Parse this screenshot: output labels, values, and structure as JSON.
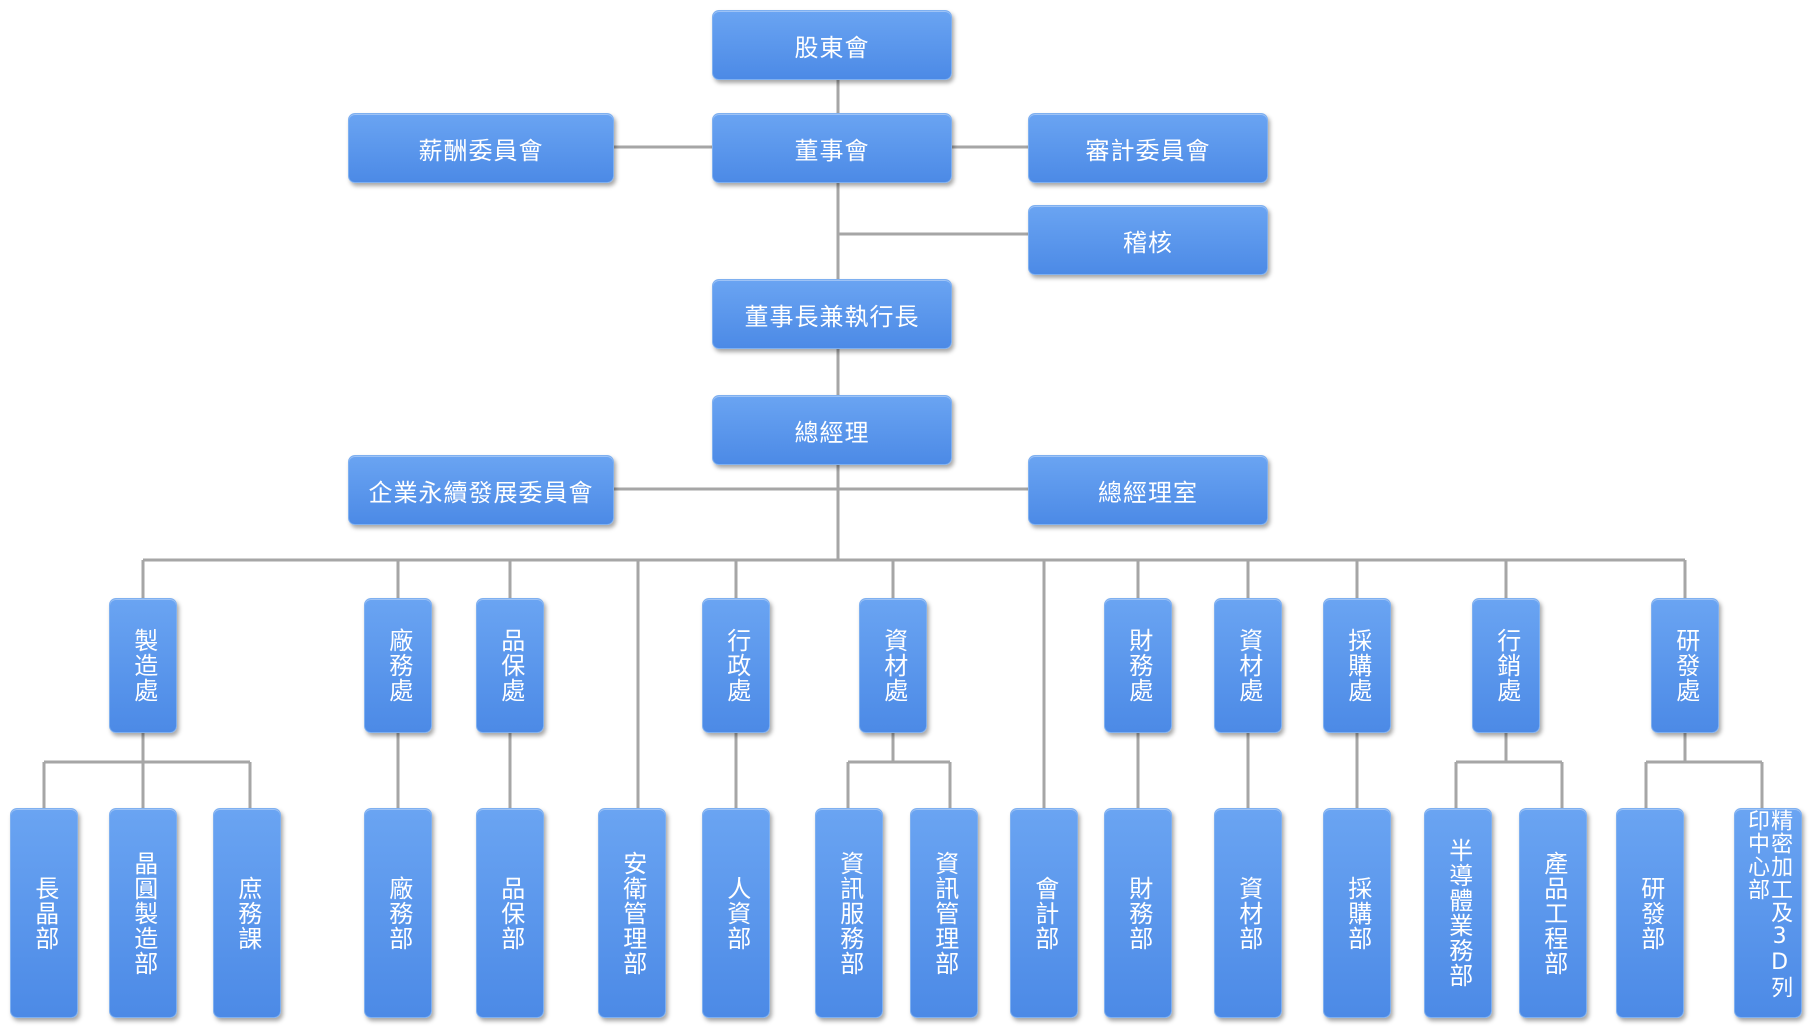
{
  "board": {
    "shareholders": "股東會",
    "directors": "董事會",
    "compensation_committee": "薪酬委員會",
    "audit_committee": "審計委員會",
    "internal_audit": "稽核",
    "chairman_ceo": "董事長兼執行長",
    "general_manager": "總經理",
    "sustainability_committee": "企業永續發展委員會",
    "gm_office": "總經理室"
  },
  "divisions": {
    "manufacturing": "製造處",
    "plant_affairs": "廠務處",
    "quality": "品保處",
    "admin": "行政處",
    "it": "資材處",
    "finance": "財務處",
    "materials": "資材處",
    "procurement": "採購處",
    "marketing": "行銷處",
    "rnd": "研發處"
  },
  "departments": {
    "crystal": "長晶部",
    "wafer_mfg": "晶圓製造部",
    "general_affairs": "庶務課",
    "plant_dept": "廠務部",
    "qa_dept": "品保部",
    "safety": "安衛管理部",
    "hr": "人資部",
    "it_service": "資訊服務部",
    "it_mgmt": "資訊管理部",
    "accounting": "會計部",
    "finance_dept": "財務部",
    "materials_dept": "資材部",
    "procurement_dept": "採購部",
    "semiconductor": "半導體業務部",
    "product_eng": "產品工程部",
    "rnd_dept": "研發部",
    "precision_3d": "精密加工及3D列印中心部"
  }
}
